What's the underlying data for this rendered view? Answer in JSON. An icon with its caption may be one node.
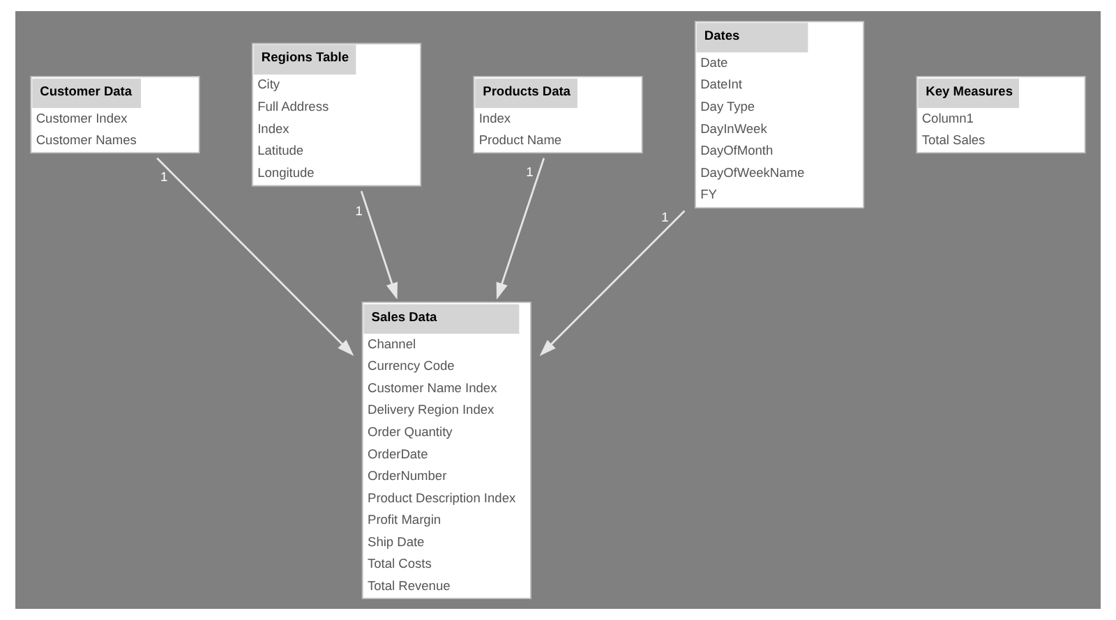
{
  "diagram": {
    "nodes": [
      {
        "text": [
          "Customer Data",
          "Customer Index",
          "Customer Names"
        ]
      },
      {
        "text": [
          "Regions Table",
          "City",
          "Full Address",
          "Index",
          "Latitude",
          "Longitude"
        ]
      },
      {
        "text": [
          "Products Data",
          "Index",
          "Product Name"
        ]
      },
      {
        "text": [
          "Dates",
          "Date",
          "DateInt",
          "Day Type",
          "DayInWeek",
          "DayOfMonth",
          "DayOfWeekName",
          "FY"
        ]
      },
      {
        "text": [
          "Key Measures",
          "Column1",
          "Total Sales"
        ]
      },
      {
        "text": [
          "Sales Data",
          "Channel",
          "Currency Code",
          "Customer Name Index",
          "Delivery Region Index",
          "Order Quantity",
          "OrderDate",
          "OrderNumber",
          "Product Description Index",
          "Profit Margin",
          "Ship Date",
          "Total Costs",
          "Total Revenue"
        ]
      }
    ],
    "edges": [
      {
        "from": 0,
        "to": 5,
        "arrow": "to",
        "label": "1"
      },
      {
        "from": 1,
        "to": 5,
        "arrow": "to",
        "label": "1"
      },
      {
        "from": 2,
        "to": 5,
        "arrow": "to",
        "label": "1"
      },
      {
        "from": 3,
        "to": 5,
        "arrow": "to",
        "label": "1"
      }
    ]
  }
}
